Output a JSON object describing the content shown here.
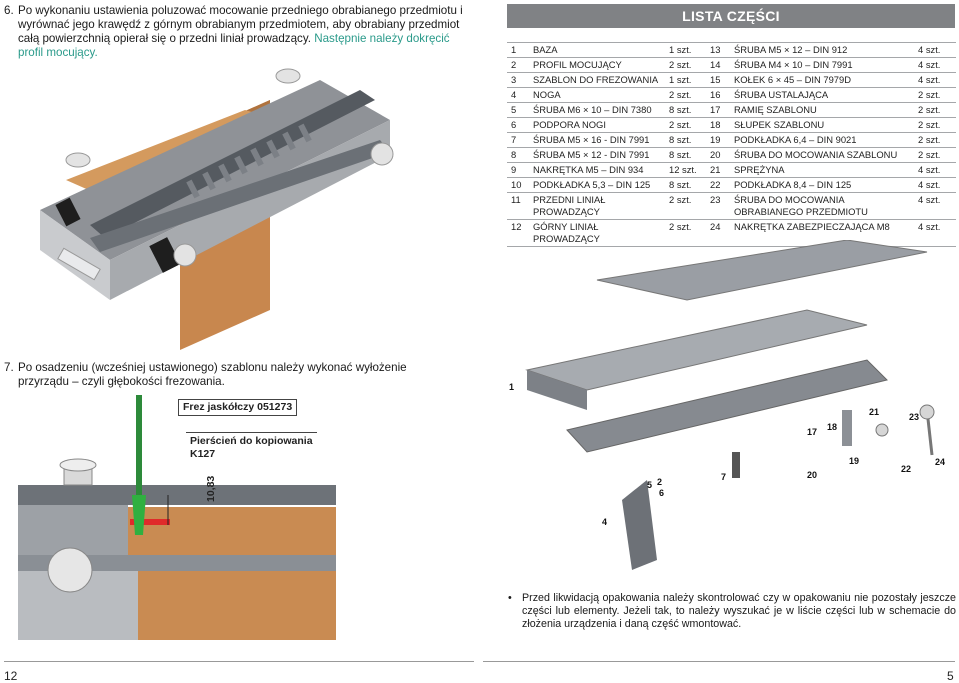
{
  "left_page": {
    "step6": {
      "number": "6.",
      "text_before": "Po wykonaniu ustawienia poluzować mocowanie przedniego obrabianego przedmiotu i wyrównać jego krawędź z górnym obrabianym przedmiotem, aby obrabiany przedmiot całą powierzchnią opierał się o przedni liniał prowadzący. ",
      "text_highlight": "Następnie należy dokręcić profil mocujący."
    },
    "step7": {
      "number": "7.",
      "text_before": "Po osadzeniu (wcześniej ustawionego) szablonu należy wykonać wyłożenie przyrządu – czyli głębokości frezowania."
    },
    "figure2_labels": {
      "frez": "Frez jaskółczy 051273",
      "pierscien_line1": "Pierścień do kopiowania",
      "pierscien_line2": "K127",
      "dimension": "10,83"
    },
    "page_number": "12"
  },
  "right_page": {
    "title": "LISTA CZĘŚCI",
    "parts": [
      {
        "n": "1",
        "name": "BAZA",
        "q": "1 szt.",
        "n2": "13",
        "name2": "ŚRUBA M5 × 12 – DIN 912",
        "q2": "4 szt."
      },
      {
        "n": "2",
        "name": "PROFIL MOCUJĄCY",
        "q": "2 szt.",
        "n2": "14",
        "name2": "ŚRUBA M4 × 10 – DIN 7991",
        "q2": "4 szt."
      },
      {
        "n": "3",
        "name": "SZABLON DO FREZOWANIA",
        "q": "1 szt.",
        "n2": "15",
        "name2": "KOŁEK 6 × 45 – DIN 7979D",
        "q2": "4 szt."
      },
      {
        "n": "4",
        "name": "NOGA",
        "q": "2 szt.",
        "n2": "16",
        "name2": "ŚRUBA USTALAJĄCA",
        "q2": "2 szt."
      },
      {
        "n": "5",
        "name": "ŚRUBA M6 × 10 – DIN 7380",
        "q": "8 szt.",
        "n2": "17",
        "name2": "RAMIĘ SZABLONU",
        "q2": "2 szt."
      },
      {
        "n": "6",
        "name": "PODPORA NOGI",
        "q": "2 szt.",
        "n2": "18",
        "name2": "SŁUPEK SZABLONU",
        "q2": "2 szt."
      },
      {
        "n": "7",
        "name": "ŚRUBA M5 × 16 - DIN 7991",
        "q": "8 szt.",
        "n2": "19",
        "name2": "PODKŁADKA 6,4 – DIN 9021",
        "q2": "2 szt."
      },
      {
        "n": "8",
        "name": "ŚRUBA M5 × 12 - DIN 7991",
        "q": "8 szt.",
        "n2": "20",
        "name2": "ŚRUBA DO MOCOWANIA SZABLONU",
        "q2": "2 szt."
      },
      {
        "n": "9",
        "name": "NAKRĘTKA M5 – DIN 934",
        "q": "12 szt.",
        "n2": "21",
        "name2": "SPRĘŻYNA",
        "q2": "4 szt."
      },
      {
        "n": "10",
        "name": "PODKŁADKA 5,3 – DIN 125",
        "q": "8 szt.",
        "n2": "22",
        "name2": "PODKŁADKA 8,4 – DIN 125",
        "q2": "4 szt."
      },
      {
        "n": "11",
        "name": "PRZEDNI LINIAŁ PROWADZĄCY",
        "q": "2 szt.",
        "n2": "23",
        "name2": "ŚRUBA DO MOCOWANIA OBRABIANEGO PRZEDMIOTU",
        "q2": "4 szt."
      },
      {
        "n": "12",
        "name": "GÓRNY LINIAŁ PROWADZĄCY",
        "q": "2 szt.",
        "n2": "24",
        "name2": "NAKRĘTKA ZABEZPIECZAJĄCA M8",
        "q2": "4 szt."
      }
    ],
    "diagram_labels": {
      "l1": "1",
      "l2": "2",
      "l4": "4",
      "l5": "5",
      "l6": "6",
      "l7": "7",
      "l17": "17",
      "l18": "18",
      "l19": "19",
      "l20": "20",
      "l21": "21",
      "l22": "22",
      "l23": "23",
      "l24": "24"
    },
    "note": {
      "bullet": "•",
      "text": "Przed likwidacją opakowania należy skontrolować czy w opakowaniu nie pozostały jeszcze części lub elementy. Jeżeli tak, to należy wyszukać je w liście części lub w schemacie do złożenia urządzenia i daną część wmontować."
    },
    "page_number": "5"
  }
}
